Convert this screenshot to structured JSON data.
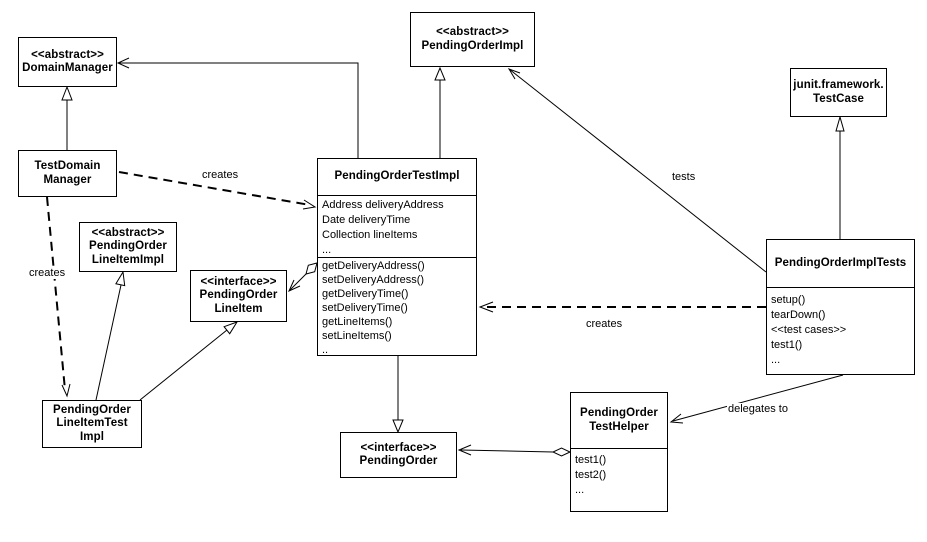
{
  "diagram": {
    "background": "#ffffff",
    "line_color": "#000000"
  },
  "classes": {
    "domain_manager": {
      "title": "<<abstract>>\nDomainManager"
    },
    "pending_order_impl": {
      "title": "<<abstract>>\nPendingOrderImpl"
    },
    "junit_testcase": {
      "title": "junit.framework.\nTestCase"
    },
    "test_domain_manager": {
      "title": "TestDomain\nManager"
    },
    "pending_order_line_item_impl": {
      "title": "<<abstract>>\nPendingOrder\nLineItemImpl"
    },
    "pending_order_line_item": {
      "title": "<<interface>>\nPendingOrder\nLineItem"
    },
    "pending_order_test_impl": {
      "title": "PendingOrderTestImpl",
      "attributes": [
        "Address deliveryAddress",
        "Date deliveryTime",
        "Collection lineItems",
        "..."
      ],
      "methods": [
        "getDeliveryAddress()",
        "setDeliveryAddress()",
        "getDeliveryTime()",
        "setDeliveryTime()",
        "getLineItems()",
        "setLineItems()",
        ".."
      ]
    },
    "pending_order_impl_tests": {
      "title": "PendingOrderImplTests",
      "methods": [
        "setup()",
        "tearDown()",
        "<<test cases>>",
        "test1()",
        "..."
      ]
    },
    "pending_order_line_item_test_impl": {
      "title": "PendingOrder\nLineItemTest\nImpl"
    },
    "pending_order_interface": {
      "title": "<<interface>>\nPendingOrder"
    },
    "pending_order_test_helper": {
      "title": "PendingOrder\nTestHelper",
      "methods": [
        "test1()",
        "test2()",
        "..."
      ]
    }
  },
  "edge_labels": {
    "creates_top": "creates",
    "creates_left": "creates",
    "creates_center": "creates",
    "tests": "tests",
    "delegates_to": "delegates to"
  }
}
